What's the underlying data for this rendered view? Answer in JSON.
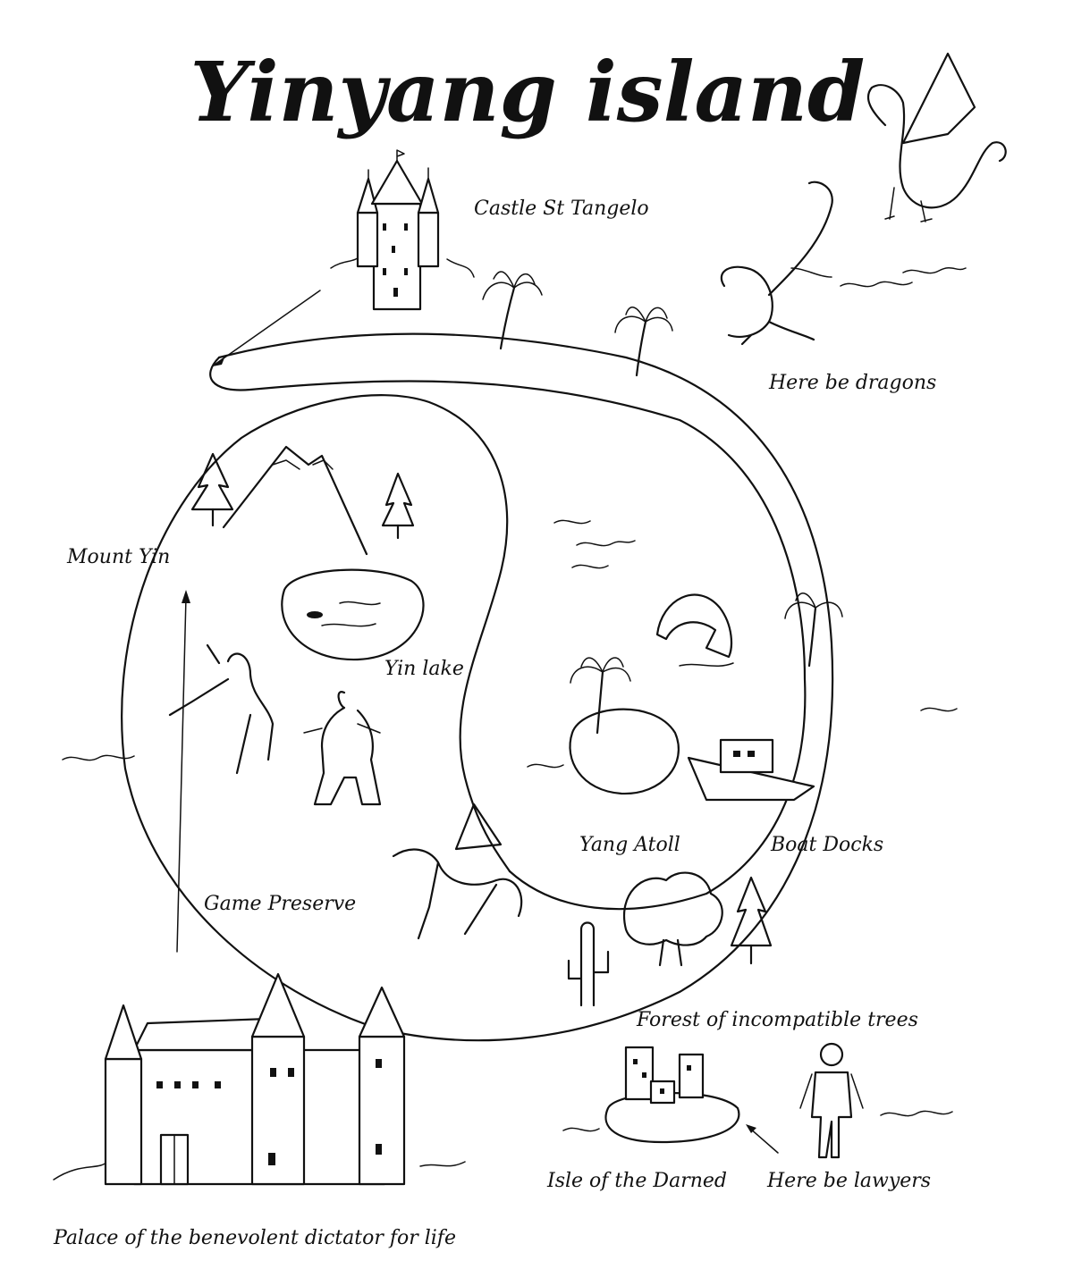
{
  "title": "Yinyang island",
  "labels": {
    "castle_st_tangelo": "Castle St Tangelo",
    "here_be_dragons": "Here be dragons",
    "mount_yin": "Mount Yin",
    "yin_lake": "Yin lake",
    "yang_atoll": "Yang Atoll",
    "boat_docks": "Boat Docks",
    "game_preserve": "Game Preserve",
    "forest": "Forest of incompatible trees",
    "isle_of_the_darned": "Isle of the Darned",
    "here_be_lawyers": "Here be lawyers",
    "palace": "Palace of the benevolent dictator for life"
  },
  "icons": [
    "castle-icon",
    "dragon-icon",
    "palm-tree-icon",
    "pine-tree-icon",
    "mountain-icon",
    "lake-icon",
    "unicorn-icon",
    "bigfoot-icon",
    "pegasus-icon",
    "dolphin-icon",
    "boat-icon",
    "cactus-icon",
    "oak-tree-icon",
    "city-icon",
    "lawyer-icon",
    "palace-icon",
    "wave-icon",
    "arrow-icon"
  ],
  "colors": {
    "ink": "#111111",
    "paper": "#ffffff"
  }
}
